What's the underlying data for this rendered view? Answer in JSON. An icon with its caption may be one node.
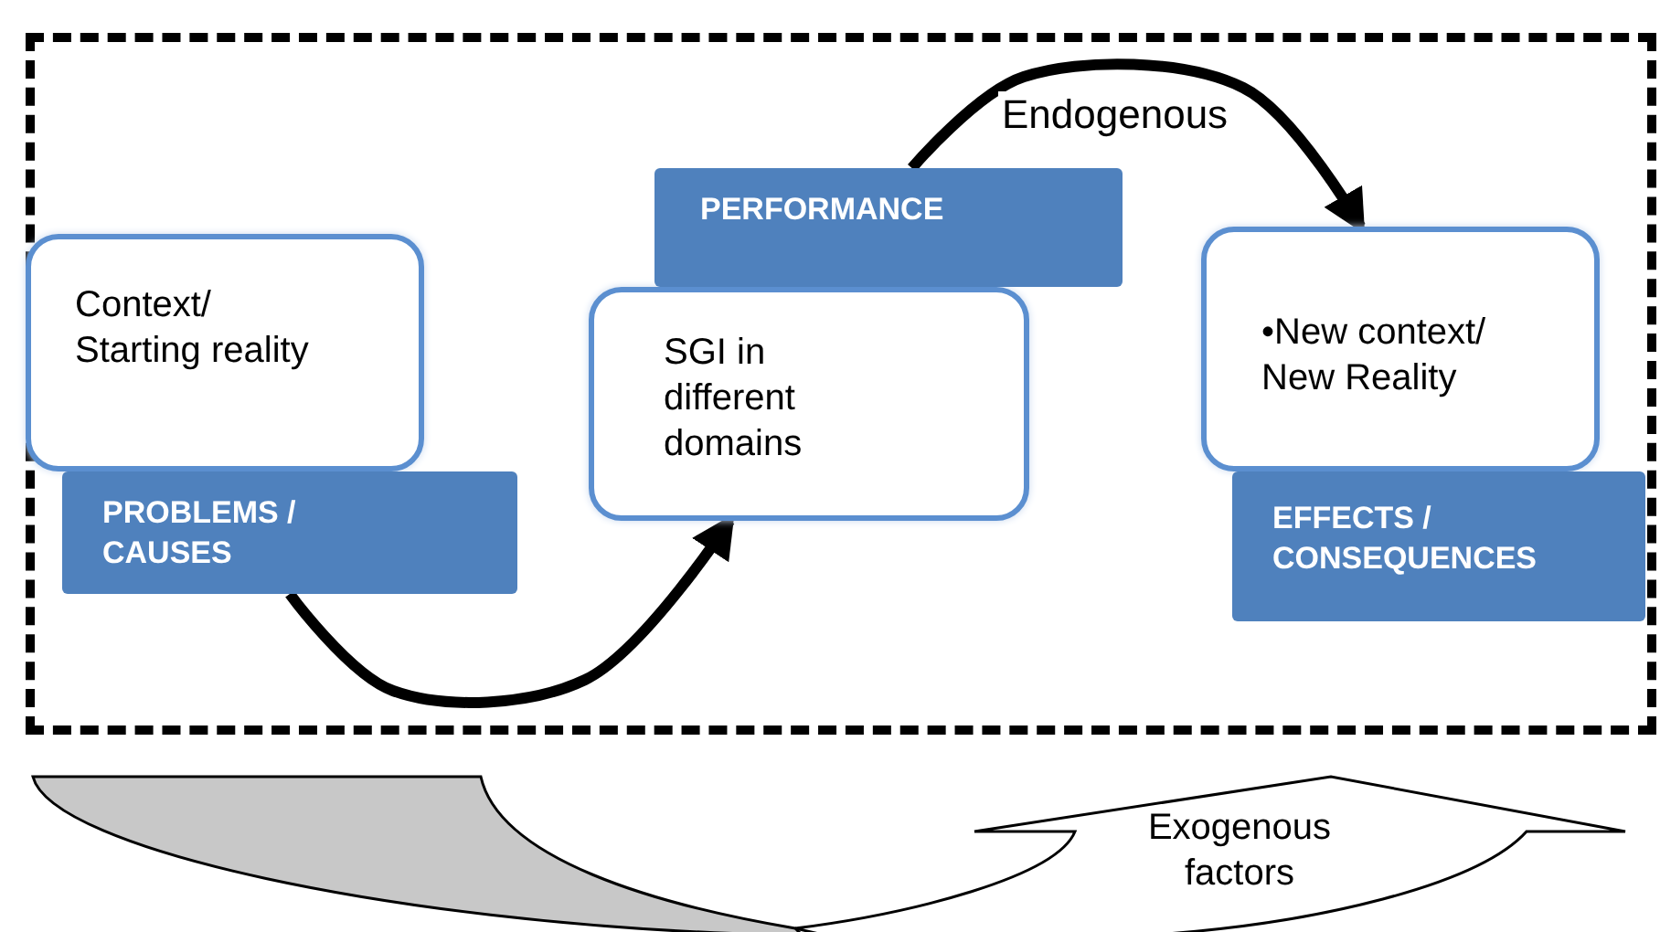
{
  "diagram": {
    "nodes": [
      {
        "text": [],
        "shape": "box"
      },
      {
        "text": [
          "Context/ Starting reality"
        ],
        "in": 0
      },
      {
        "text": [
          "PROBLEMS / CAUSES"
        ],
        "in": 0
      },
      {
        "text": [
          "PERFORMANCE"
        ],
        "in": 0
      },
      {
        "text": [
          "SGI in different domains"
        ],
        "in": 0
      },
      {
        "text": [
          "•New context/ New Reality"
        ],
        "in": 0
      },
      {
        "text": [
          "EFFECTS / CONSEQUENCES"
        ],
        "in": 0
      },
      {
        "text": [
          "Exogenous factors"
        ]
      }
    ],
    "edges": [
      {
        "from": 2,
        "to": 4,
        "arrow": "to"
      },
      {
        "from": 3,
        "to": 5,
        "label": "Endogenous",
        "arrow": "to"
      }
    ]
  }
}
